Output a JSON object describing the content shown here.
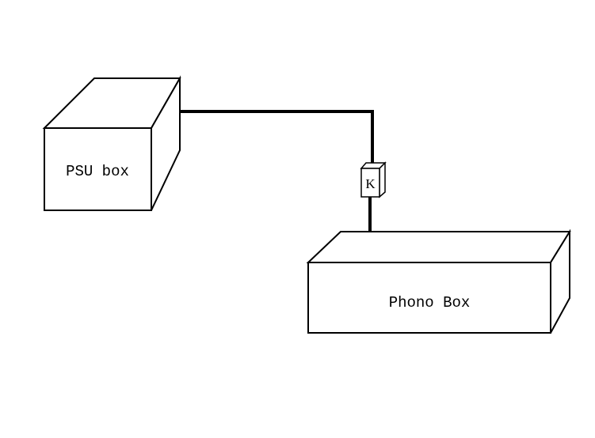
{
  "diagram": {
    "psu_box": {
      "label": "PSU box"
    },
    "connector": {
      "label": "K"
    },
    "phono_box": {
      "label": "Phono Box"
    }
  },
  "colors": {
    "line": "#000000",
    "background": "#ffffff"
  }
}
